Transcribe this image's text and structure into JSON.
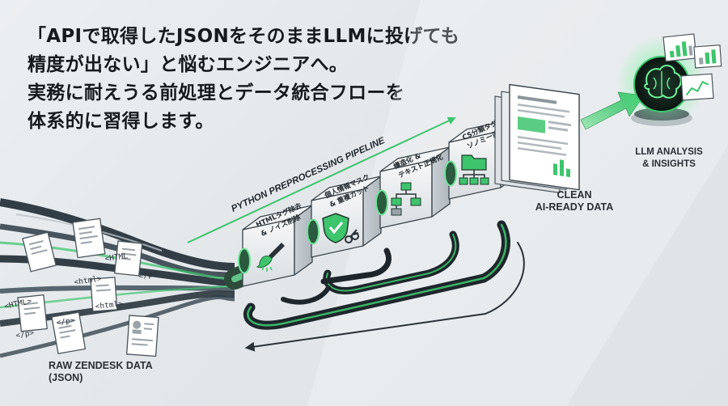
{
  "headline": {
    "line1": "「APIで取得したJSONをそのままLLMに投げても",
    "line2": "精度が出ない」と悩むエンジニアへ。",
    "line3": "実務に耐えうる前処理とデータ統合フローを",
    "line4": "体系的に習得します。"
  },
  "pipeline": {
    "title": "PYTHON PREPROCESSING PIPELINE",
    "stages": [
      {
        "label_line1": "HTMLタグ除去",
        "label_line2": "& ノイズ削除",
        "icon": "brush-icon"
      },
      {
        "label_line1": "個人情報マスク",
        "label_line2": "& 重複カット",
        "icon": "shield-scissors-icon"
      },
      {
        "label_line1": "構造化 &",
        "label_line2": "テキスト正規化",
        "icon": "flowchart-icon"
      },
      {
        "label_line1": "CS分類タグ",
        "label_line2": "ソノミー適用",
        "icon": "folder-tree-icon"
      }
    ]
  },
  "raw_docs": {
    "tags": [
      "<HTML",
      "</p>",
      "<html>",
      "<HTML>",
      "</p>",
      "<html>",
      "</p>"
    ]
  },
  "labels": {
    "raw_line1": "RAW ZENDESK DATA",
    "raw_line2": "(JSON)",
    "clean_line1": "CLEAN",
    "clean_line2": "AI-READY DATA",
    "llm_line1": "LLM ANALYSIS",
    "llm_line2": "& INSIGHTS"
  },
  "colors": {
    "accent_green": "#3ec46d",
    "dark_stream": "#1f2a33",
    "text": "#161a1d"
  }
}
